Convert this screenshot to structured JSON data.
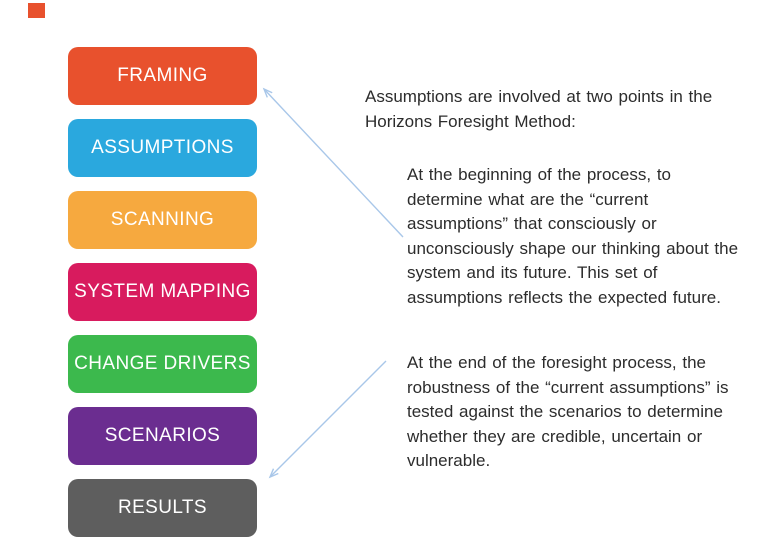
{
  "corner_square": {
    "color": "#e8512d"
  },
  "process_steps": [
    {
      "label": "FRAMING",
      "color": "#e8512d"
    },
    {
      "label": "ASSUMPTIONS",
      "color": "#2aa8de"
    },
    {
      "label": "SCANNING",
      "color": "#f6a93f"
    },
    {
      "label": "SYSTEM MAPPING",
      "color": "#d81b5e"
    },
    {
      "label": "CHANGE DRIVERS",
      "color": "#3cb94d"
    },
    {
      "label": "SCENARIOS",
      "color": "#6b2d90"
    },
    {
      "label": "RESULTS",
      "color": "#5e5e5e"
    }
  ],
  "annotation": {
    "intro": "Assumptions are involved at two points in the Horizons Foresight Method:",
    "point_beginning": "At the beginning of the process, to determine what are the “current assumptions” that consciously or unconsciously shape our thinking about the system and its future. This set of assumptions reflects the expected future.",
    "point_end": "At the end of the foresight process, the robustness of the “current assumptions” is tested against the scenarios to determine whether they are credible, uncertain or vulnerable."
  },
  "arrow_color": "#a9c7e9"
}
